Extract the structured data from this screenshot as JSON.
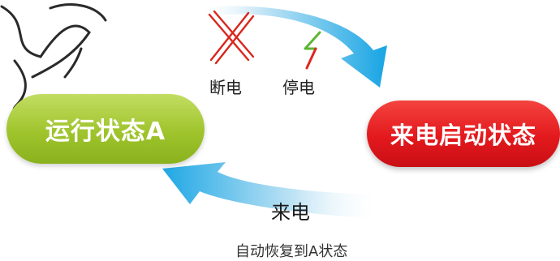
{
  "states": {
    "running": "运行状态A",
    "startup": "来电启动状态"
  },
  "labels": {
    "power_cut": "断电",
    "power_outage": "停电",
    "power_on": "来电",
    "auto_restore": "自动恢复到A状态"
  },
  "colors": {
    "running_state": "#9fc42c",
    "startup_state": "#e3191d",
    "arrow": "#1ea7e4",
    "cross_mark": "#d9261c",
    "lightning_green": "#5cb531",
    "lightning_red": "#e0261f",
    "watermark": "#2a2a2a"
  },
  "icons": {
    "cross": "cross-mark-icon",
    "lightning": "lightning-bolt-icon"
  }
}
